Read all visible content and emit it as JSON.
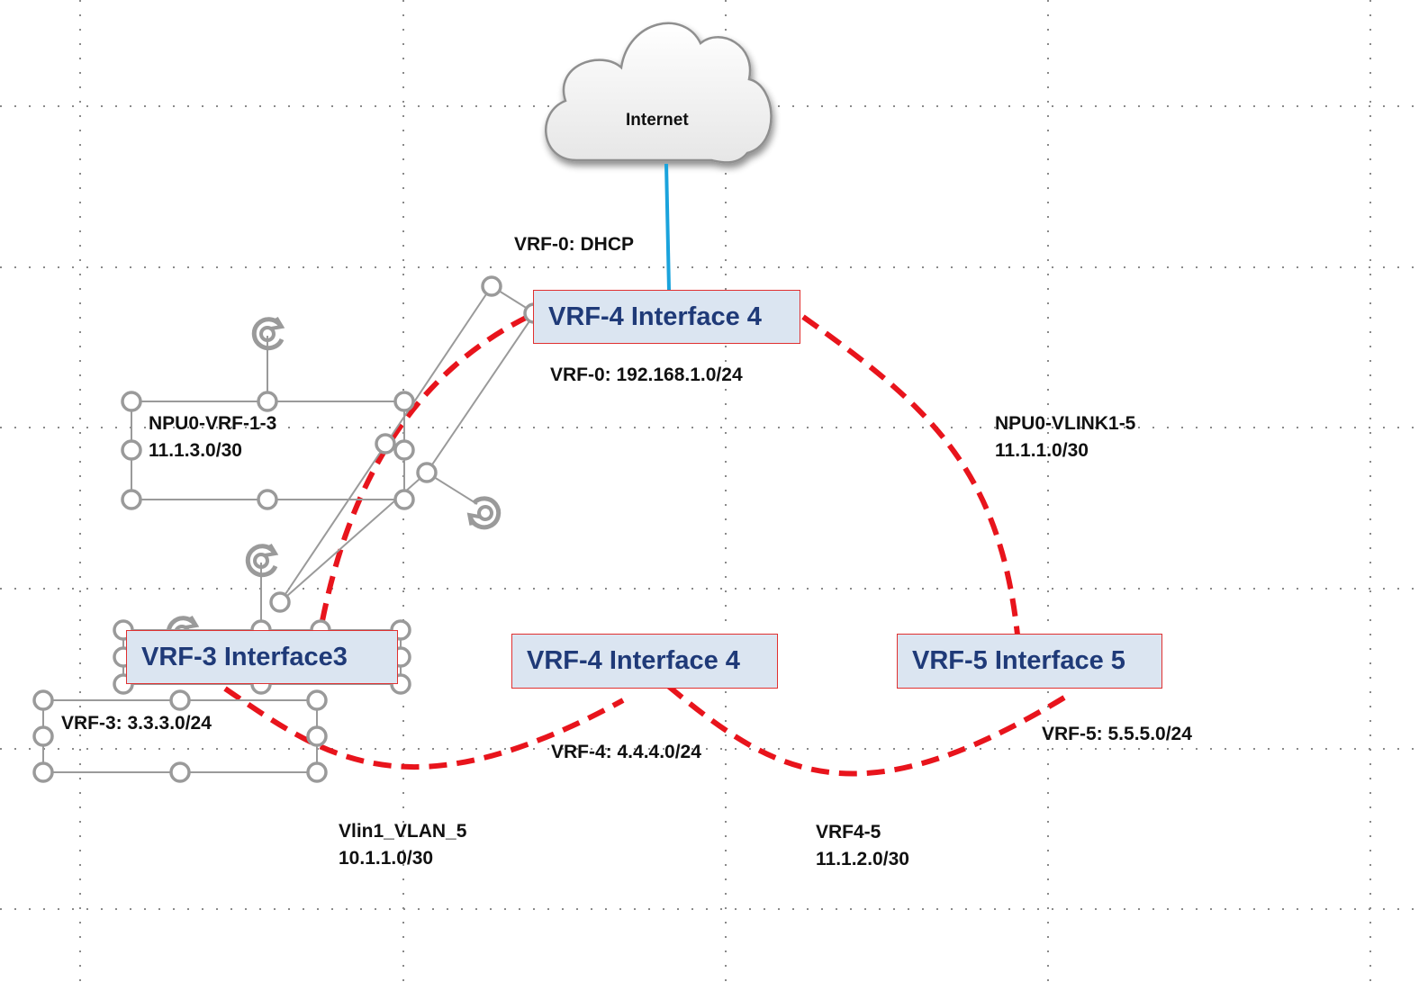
{
  "diagram": {
    "cloud": {
      "label": "Internet"
    },
    "nodes": {
      "vrf4_top": "VRF-4 Interface 4",
      "vrf3": "VRF-3 Interface3",
      "vrf4_mid": "VRF-4 Interface 4",
      "vrf5": "VRF-5 Interface 5"
    },
    "labels": {
      "vrf0_dhcp": "VRF-0: DHCP",
      "vrf0_subnet": "VRF-0: 192.168.1.0/24",
      "npu0_vrf13_name": "NPU0-VRF-1-3",
      "npu0_vrf13_subnet": "11.1.3.0/30",
      "npu0_vlink15_name": "NPU0-VLINK1-5",
      "npu0_vlink15_subnet": "11.1.1.0/30",
      "vrf3_subnet": "VRF-3: 3.3.3.0/24",
      "vrf4_subnet": "VRF-4: 4.4.4.0/24",
      "vrf5_subnet": "VRF-5: 5.5.5.0/24",
      "vlin_name": "Vlin1_VLAN_5",
      "vlin_subnet": "10.1.1.0/30",
      "vrf45_name": "VRF4-5",
      "vrf45_subnet": "11.1.2.0/30"
    },
    "colors": {
      "link_dashed": "#e8141c",
      "uplink": "#1aa3dc",
      "node_fill": "#dbe5f1",
      "node_border": "#e03030",
      "node_text": "#1f3a78",
      "handle": "#9a9a9a",
      "grid_dots": "#8a8a8a"
    },
    "icons": [
      "rotate-handle-icon",
      "cloud-icon"
    ]
  }
}
